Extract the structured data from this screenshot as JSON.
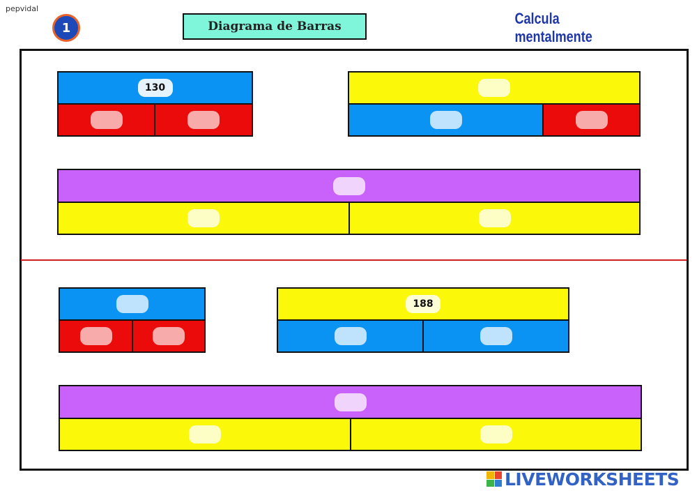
{
  "header": {
    "author": "pepvidal",
    "number": "1",
    "title": "Diagrama de Barras",
    "subtitle": "Calcula mentalmente"
  },
  "diagrams": {
    "d1": {
      "top_value": "130",
      "top_color": "#0a93f2",
      "bottom_color": "#ec0b0b"
    },
    "d2": {
      "top_color": "#fbf909",
      "bottom_colors": [
        "#0a93f2",
        "#ec0b0b"
      ]
    },
    "d3": {
      "top_color": "#c862fb",
      "bottom_color": "#fbf909"
    },
    "d4": {
      "top_color": "#0a93f2",
      "bottom_color": "#ec0b0b"
    },
    "d5": {
      "top_value": "188",
      "top_color": "#fbf909",
      "bottom_color": "#0a93f2"
    },
    "d6": {
      "top_color": "#c862fb",
      "bottom_color": "#fbf909"
    }
  },
  "footer": {
    "brand": "LIVEWORKSHEETS"
  }
}
